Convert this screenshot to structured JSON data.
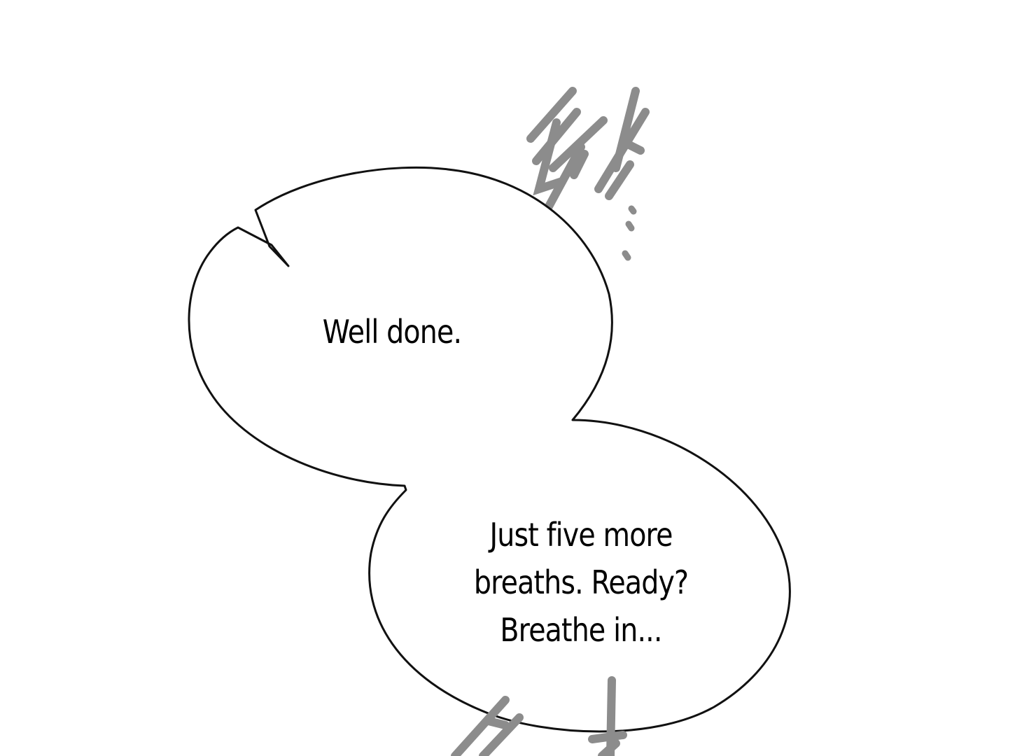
{
  "panel": {
    "bubble_top": {
      "text": "Well done."
    },
    "bubble_bottom": {
      "lines": [
        "Just five more",
        "breaths. Ready?",
        "Breathe in..."
      ]
    },
    "colors": {
      "background": "#ffffff",
      "ink": "#000000",
      "sfx": "#8c8c8c"
    }
  }
}
